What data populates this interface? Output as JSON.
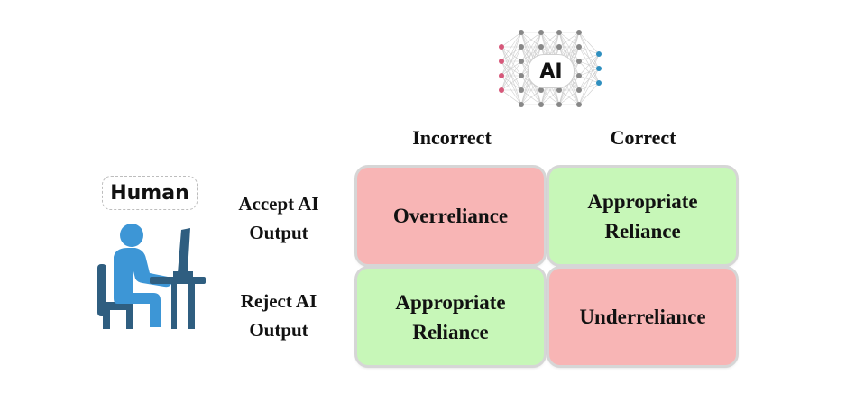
{
  "colors": {
    "red_cell": "#f8b5b5",
    "green_cell": "#c7f7b8",
    "border": "#d6d6d6",
    "person": "#3d96d6",
    "furniture": "#2f5e80",
    "input_node": "#d6587a",
    "hidden_node": "#888888",
    "output_node": "#2f8fbf"
  },
  "ai": {
    "label": "AI",
    "icon": "neural-network-icon"
  },
  "human": {
    "label": "Human",
    "icon": "person-at-computer-icon"
  },
  "columns": [
    "Incorrect",
    "Correct"
  ],
  "rows": [
    {
      "label_line1": "Accept AI",
      "label_line2": "Output"
    },
    {
      "label_line1": "Reject AI",
      "label_line2": "Output"
    }
  ],
  "cells": [
    {
      "line1": "Overreliance",
      "line2": "",
      "color": "red"
    },
    {
      "line1": "Appropriate",
      "line2": "Reliance",
      "color": "green"
    },
    {
      "line1": "Appropriate",
      "line2": "Reliance",
      "color": "green"
    },
    {
      "line1": "Underreliance",
      "line2": "",
      "color": "red"
    }
  ]
}
